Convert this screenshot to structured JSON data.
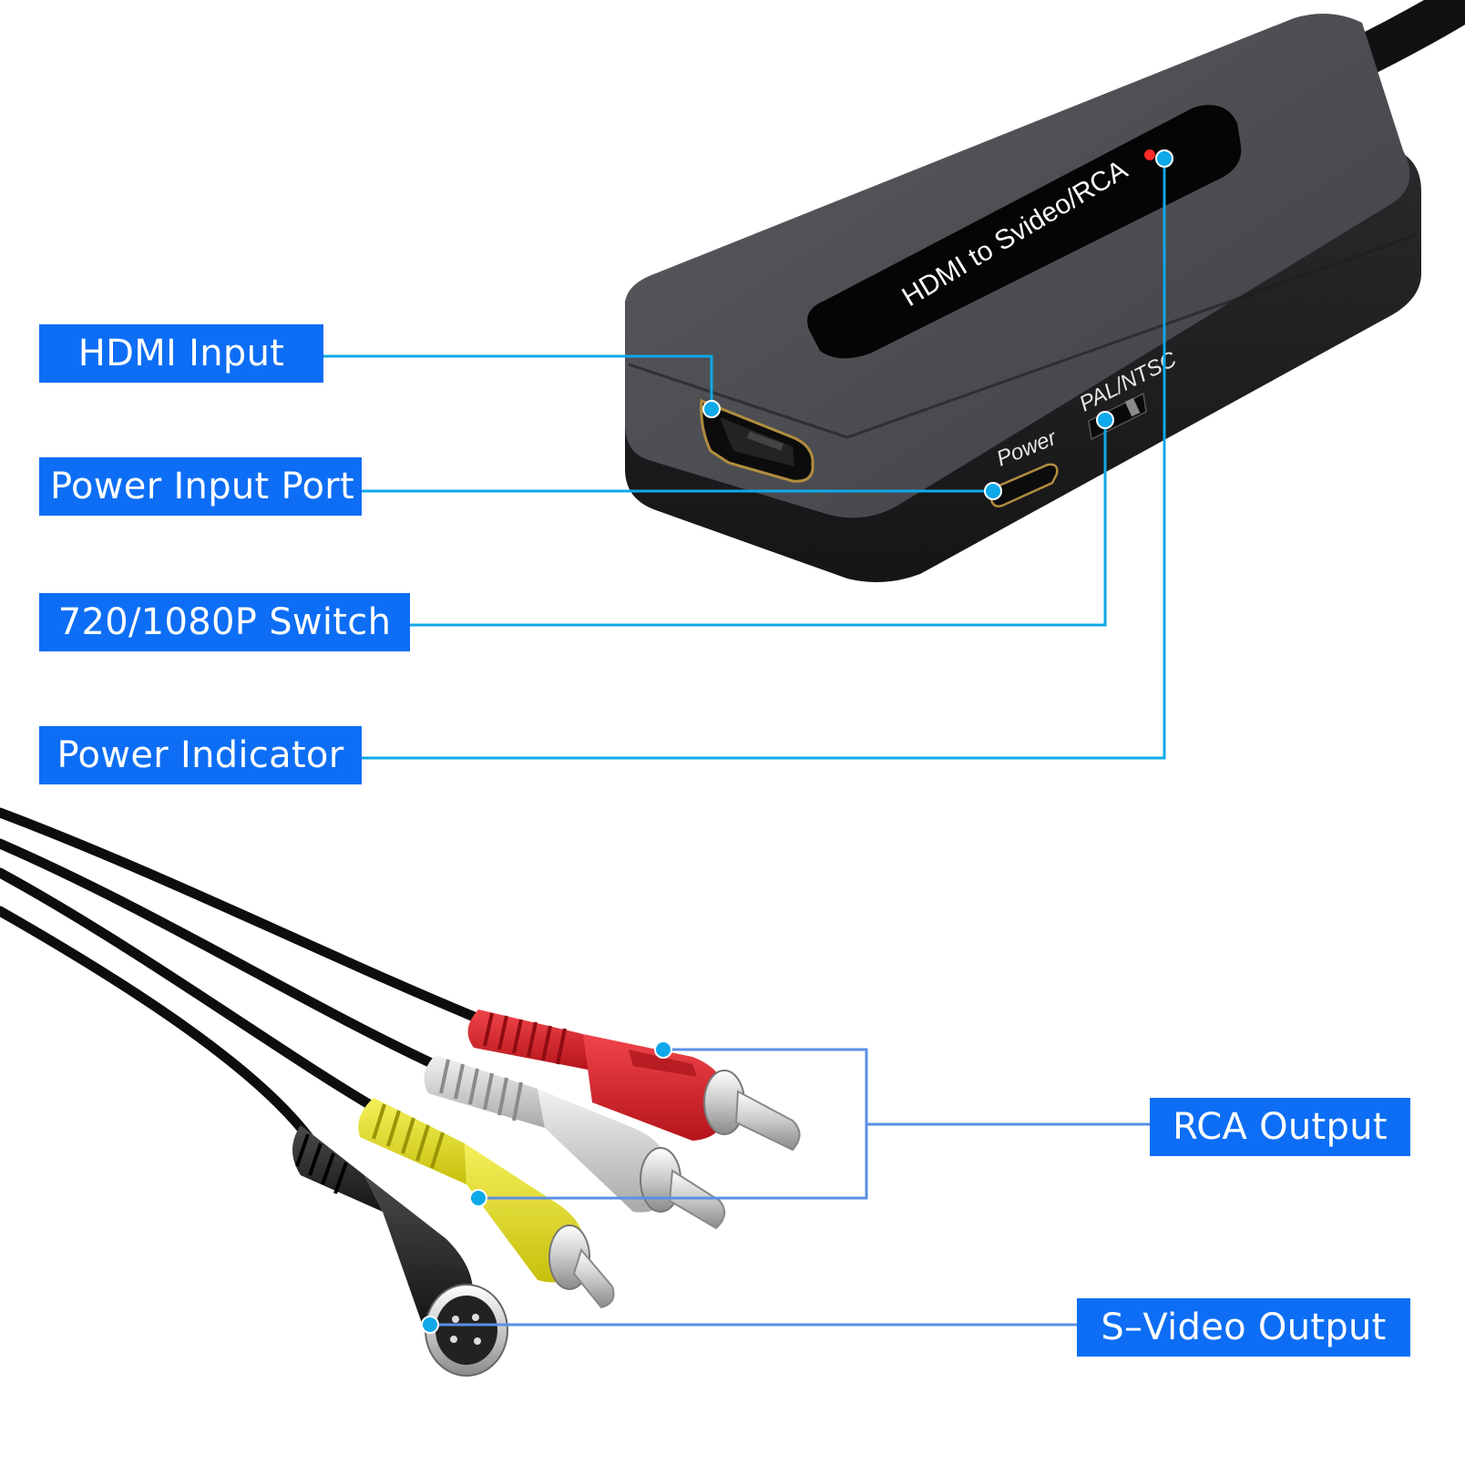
{
  "device": {
    "name_label": "HDMI to Svideo/RCA",
    "power_port_label": "Power",
    "switch_label": "PAL/NTSC"
  },
  "callouts": {
    "hdmi_input": "HDMI Input",
    "power_input_port": "Power Input Port",
    "resolution_switch": "720/1080P Switch",
    "power_indicator": "Power Indicator",
    "rca_output": "RCA Output",
    "svideo_output": "S–Video Output"
  },
  "colors": {
    "callout_bg": "#0d6ef5",
    "leader_line": "#0fa8e8",
    "device_body": "#4a4b4f",
    "rca_red": "#d8232a",
    "rca_white": "#d0d0d0",
    "rca_yellow": "#e6e01e",
    "svideo_black": "#2b2b2b"
  }
}
